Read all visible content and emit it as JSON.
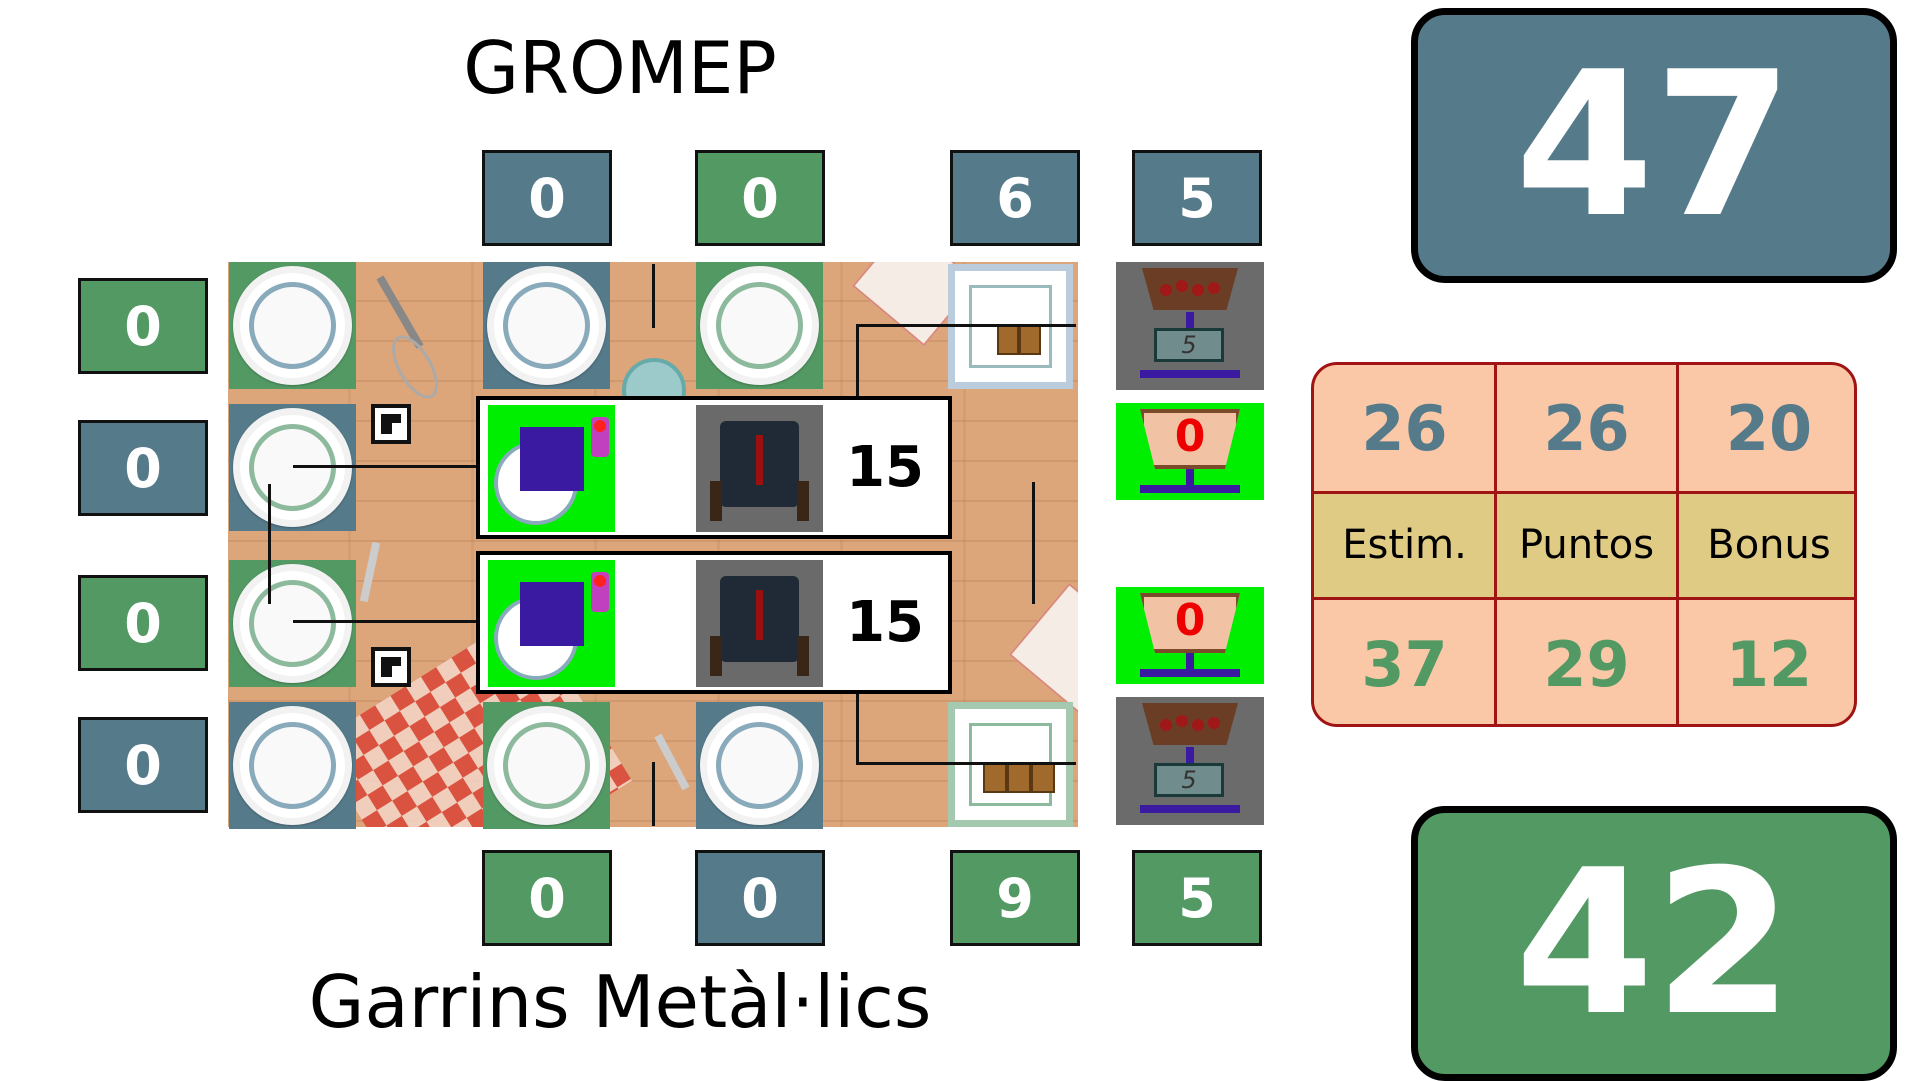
{
  "teams": {
    "top": {
      "name": "GROMEP",
      "score": "47"
    },
    "bottom": {
      "name": "Garrins Metàl·lics",
      "score": "42"
    }
  },
  "colors": {
    "blue_team": "#557a8a",
    "green_team": "#539964",
    "highlight_green": "#00ee00",
    "stats_bg": "#fbc8a7",
    "stats_label_bg": "#dfcb84",
    "stats_border": "#a01414"
  },
  "top_counters": [
    "0",
    "0",
    "6",
    "5"
  ],
  "bottom_counters": [
    "0",
    "0",
    "9",
    "5"
  ],
  "left_counters": [
    "0",
    "0",
    "0",
    "0"
  ],
  "robots": [
    {
      "value": "15"
    },
    {
      "value": "15"
    }
  ],
  "baskets": {
    "top_weight": "5",
    "bottom_weight": "5",
    "top_count": "0",
    "bottom_count": "0"
  },
  "stats": {
    "labels": [
      "Estim.",
      "Puntos",
      "Bonus"
    ],
    "top_values": [
      "26",
      "26",
      "20"
    ],
    "bottom_values": [
      "37",
      "29",
      "12"
    ]
  },
  "icons": [
    "plate-icon",
    "robot-icon",
    "suit-robot-icon",
    "basket-scale-icon",
    "tray-icon",
    "aruco-marker-icon"
  ]
}
